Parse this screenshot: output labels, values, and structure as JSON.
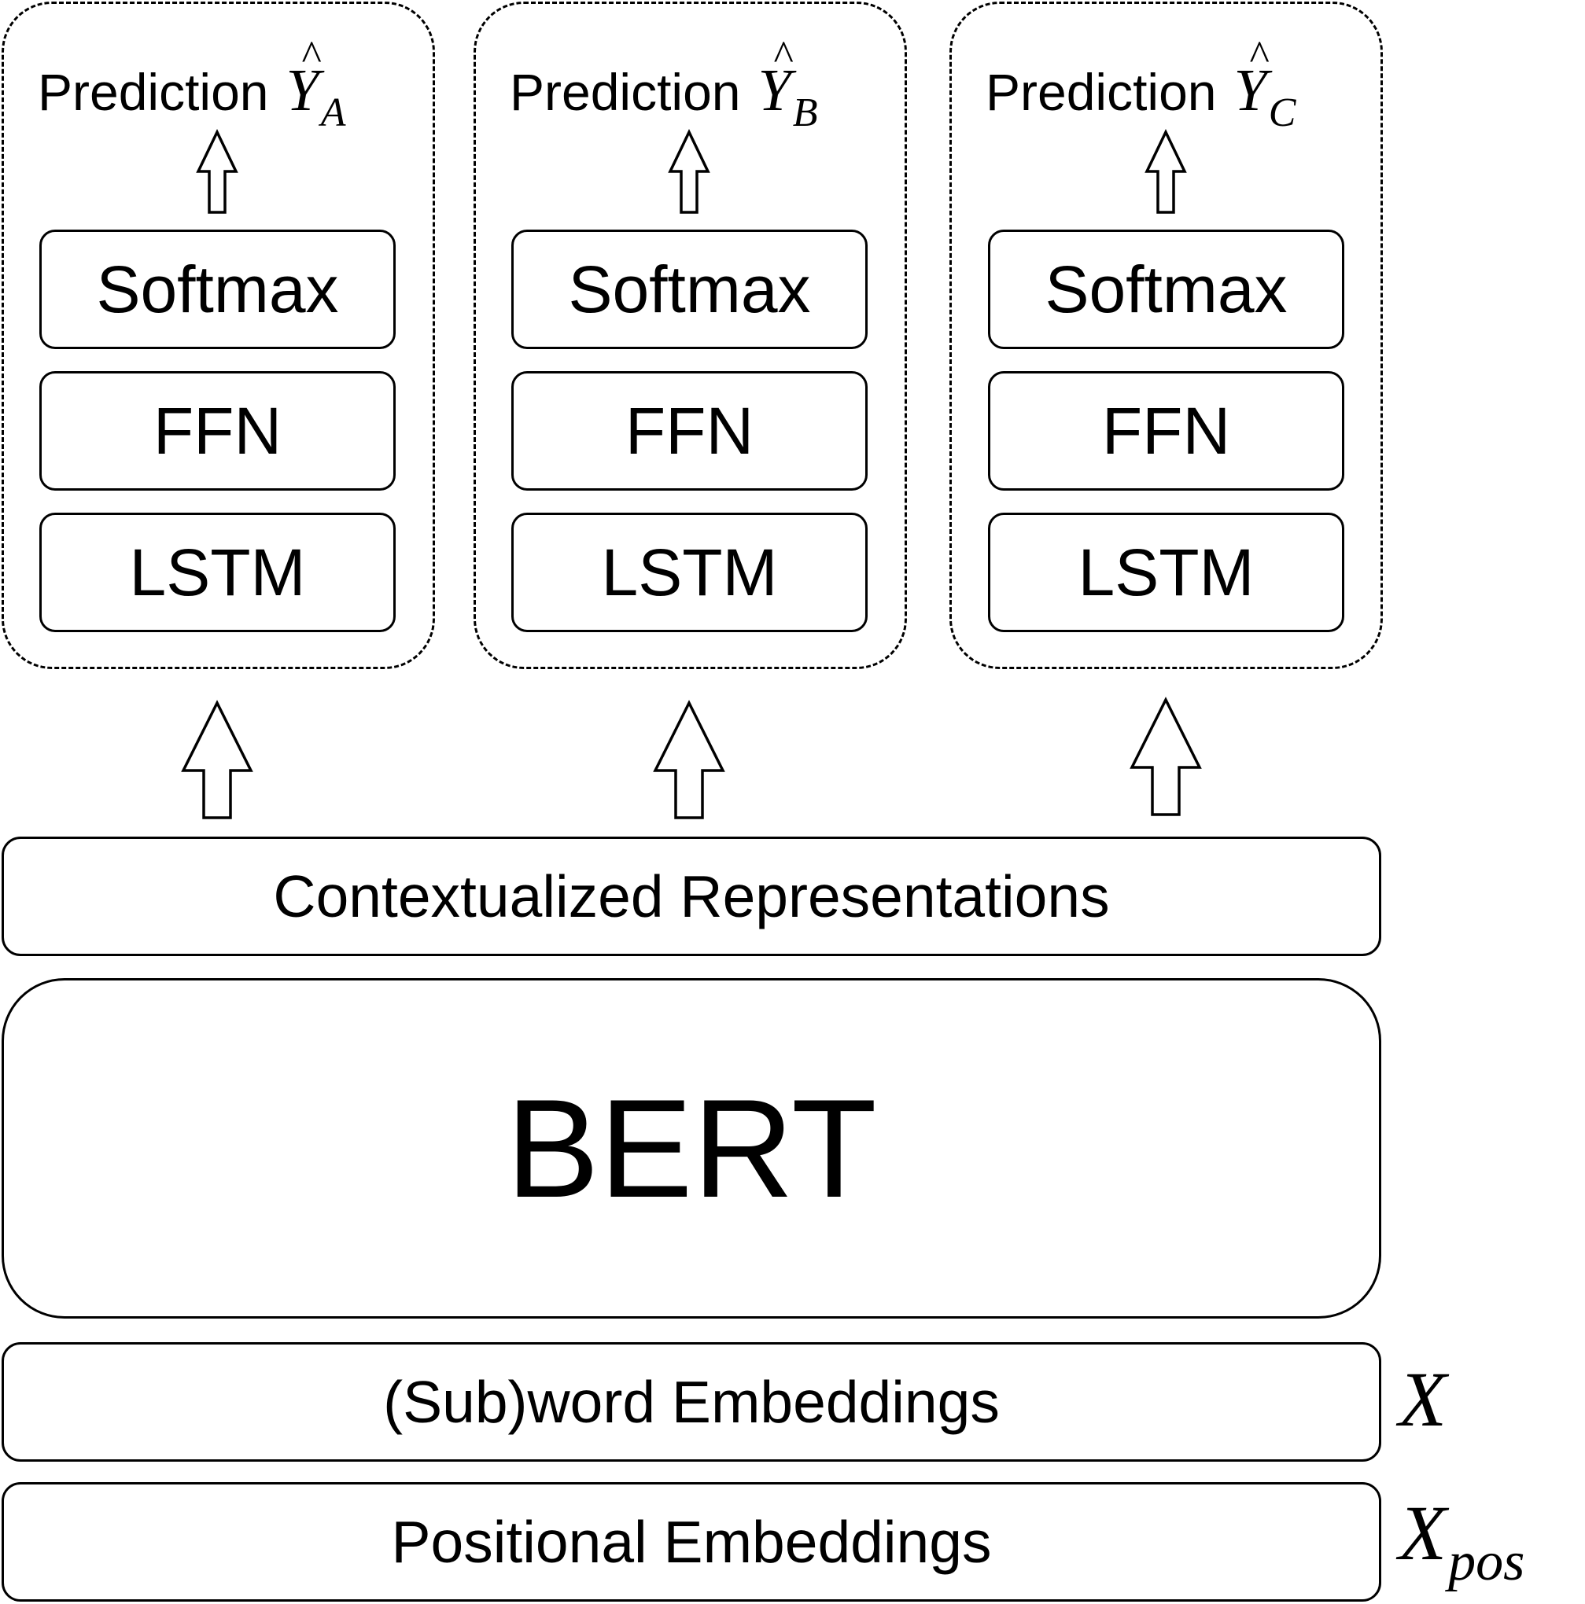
{
  "heads": [
    {
      "prediction_word": "Prediction",
      "var": "Y",
      "hat": "^",
      "subscript": "A",
      "layers": {
        "softmax": "Softmax",
        "ffn": "FFN",
        "lstm": "LSTM"
      }
    },
    {
      "prediction_word": "Prediction",
      "var": "Y",
      "hat": "^",
      "subscript": "B",
      "layers": {
        "softmax": "Softmax",
        "ffn": "FFN",
        "lstm": "LSTM"
      }
    },
    {
      "prediction_word": "Prediction",
      "var": "Y",
      "hat": "^",
      "subscript": "C",
      "layers": {
        "softmax": "Softmax",
        "ffn": "FFN",
        "lstm": "LSTM"
      }
    }
  ],
  "contextualized": "Contextualized Representations",
  "bert": "BERT",
  "subword_embeddings": "(Sub)word Embeddings",
  "positional_embeddings": "Positional Embeddings",
  "x_label": {
    "var": "X",
    "subscript": ""
  },
  "xpos_label": {
    "var": "X",
    "subscript": "pos"
  }
}
